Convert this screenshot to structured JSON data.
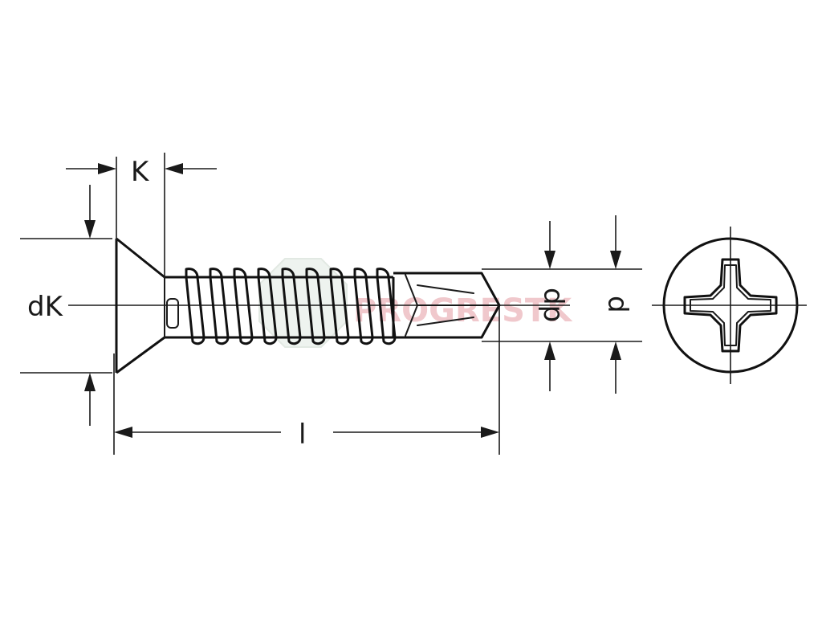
{
  "labels": {
    "k": "K",
    "dk": "dK",
    "l": "l",
    "dp": "dp",
    "d": "d"
  },
  "watermark": {
    "text": "PROGRESTK",
    "color": "#f0c8cc"
  },
  "colors": {
    "line": "#1a1a1a",
    "background": "#ffffff"
  }
}
